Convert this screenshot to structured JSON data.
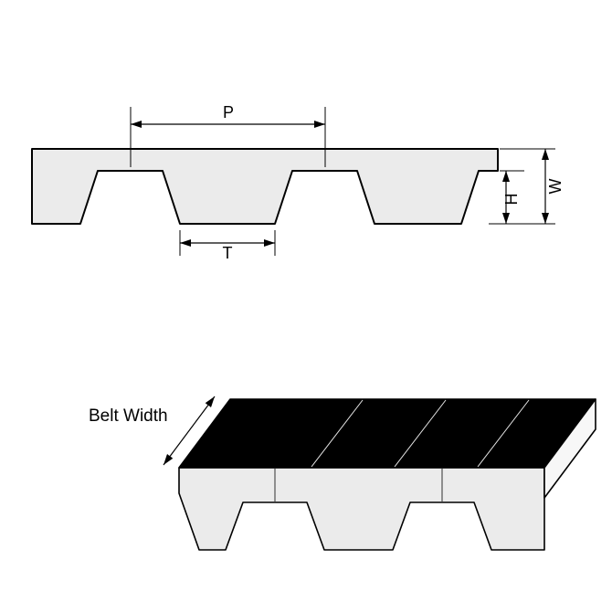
{
  "diagram": {
    "type": "technical-drawing",
    "subject": "timing-belt-tooth-profile-and-belt-width",
    "labels": {
      "pitch": "P",
      "tooth_width": "T",
      "tooth_height": "H",
      "belt_thickness": "W",
      "belt_width": "Belt Width"
    },
    "colors": {
      "outline": "#000000",
      "belt_fill": "#ebebeb",
      "top_surface_fill": "#000000",
      "end_face_fill": "#f7f7f7",
      "background": "#ffffff"
    }
  }
}
